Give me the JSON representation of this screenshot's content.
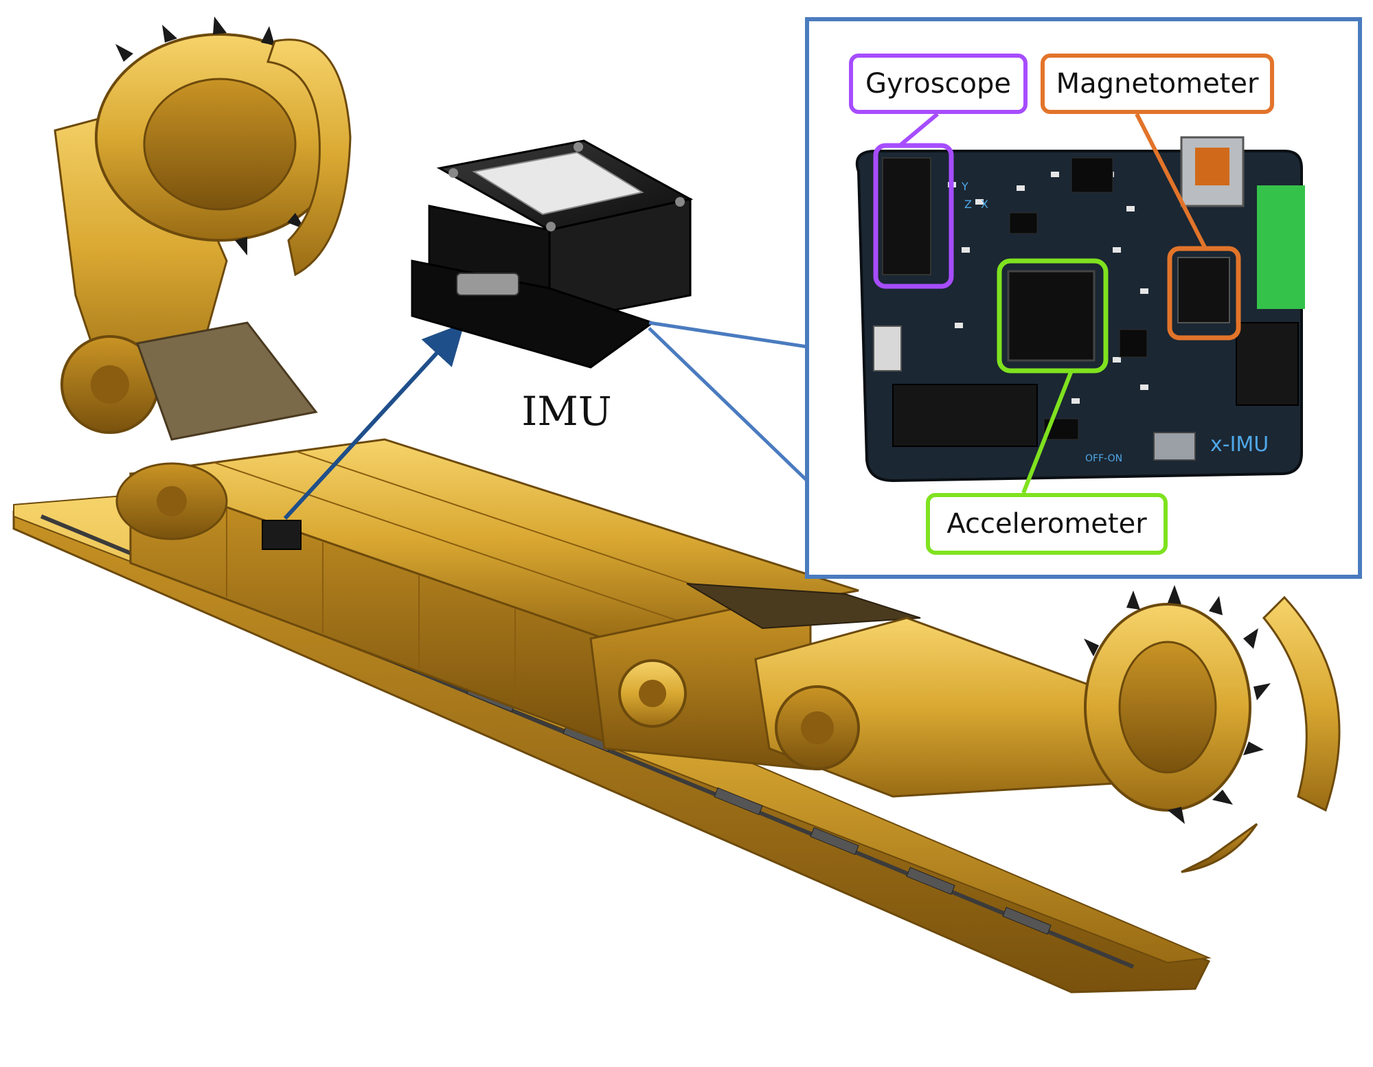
{
  "labels": {
    "gyroscope": "Gyroscope",
    "magnetometer": "Magnetometer",
    "accelerometer": "Accelerometer",
    "imu": "IMU",
    "board_name": "x-IMU",
    "switch_label": "OFF-ON",
    "axis_y": "Y",
    "axis_z": "Z",
    "axis_x": "X"
  },
  "colors": {
    "gyroscope": "#a64dff",
    "magnetometer": "#e2742a",
    "accelerometer": "#7fe21f",
    "callout_frame": "#4a7bbf",
    "arrow": "#1f4f8a",
    "machine_body": "#d9a832",
    "pcb": "#1b2733"
  },
  "icons": {
    "machine": "shearer-machine-illustration",
    "sensor": "imu-sensor-box",
    "board": "x-imu-circuit-board"
  }
}
